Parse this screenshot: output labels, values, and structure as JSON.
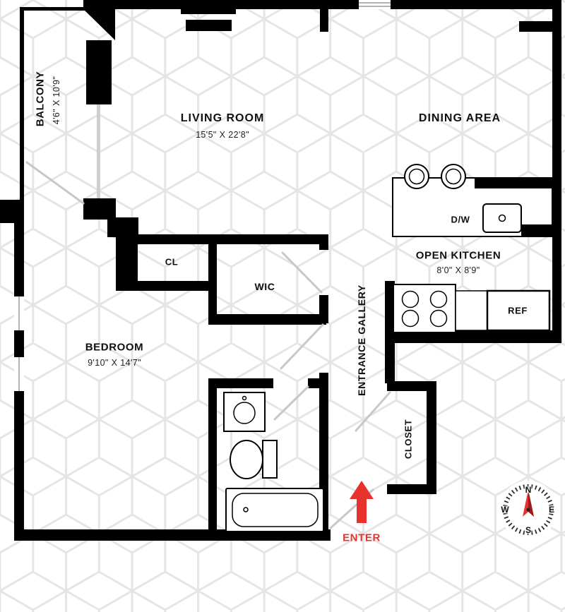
{
  "floorplan": {
    "balcony": {
      "label": "BALCONY",
      "dims": "4'6\" X 10'9\""
    },
    "living_room": {
      "label": "LIVING ROOM",
      "dims": "15'5\" X 22'8\""
    },
    "dining_area": {
      "label": "DINING AREA"
    },
    "open_kitchen": {
      "label": "OPEN KITCHEN",
      "dims": "8'0\" X 8'9\""
    },
    "bedroom": {
      "label": "BEDROOM",
      "dims": "9'10\" X 14'7\""
    },
    "entrance_gallery": {
      "label": "ENTRANCE GALLERY"
    },
    "closet": {
      "label": "CLOSET"
    },
    "cl_closet": {
      "label": "CL"
    },
    "wic_closet": {
      "label": "WIC"
    },
    "dishwasher": {
      "label": "D/W"
    },
    "refrigerator": {
      "label": "REF"
    },
    "enter": {
      "label": "ENTER"
    }
  },
  "compass": {
    "north": "N",
    "south": "S",
    "east": "E",
    "west": "W"
  },
  "colors": {
    "wall": "#000000",
    "accent_red": "#e8322e",
    "needle_dark": "#9e1b1b",
    "pattern_line": "#e5e5e5",
    "door_swing": "#c8c8c8"
  }
}
